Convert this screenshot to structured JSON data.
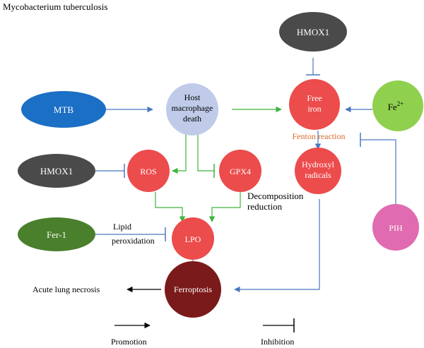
{
  "title": "Mycobacterium tuberculosis",
  "nodes": {
    "hmox1_top": {
      "label": "HMOX1",
      "color": "#4a4a4a"
    },
    "mtb": {
      "label": "MTB",
      "color": "#1b6fc4"
    },
    "host": {
      "lines": [
        "Host",
        "macrophage",
        "death"
      ],
      "color": "#bfcbe9"
    },
    "free_iron": {
      "lines": [
        "Free",
        "iron"
      ],
      "color": "#ec4c4c"
    },
    "fe": {
      "label": "Fe",
      "sup": "2+",
      "color": "#8fd14f"
    },
    "hmox1_left": {
      "label": "HMOX1",
      "color": "#4a4a4a"
    },
    "ros": {
      "label": "ROS",
      "color": "#ec4c4c"
    },
    "gpx4": {
      "label": "GPX4",
      "color": "#ec4c4c"
    },
    "hydroxyl": {
      "lines": [
        "Hydroxyl",
        "radicals"
      ],
      "color": "#ec4c4c"
    },
    "fer1": {
      "label": "Fer-1",
      "color": "#4a7f2c"
    },
    "lpo": {
      "label": "LPO",
      "color": "#ec4c4c"
    },
    "pih": {
      "label": "PIH",
      "color": "#e06bb0"
    },
    "ferroptosis": {
      "label": "Ferroptosis",
      "color": "#7a1a1a"
    }
  },
  "labels": {
    "fenton": "Fenton reaction",
    "decomposition": [
      "Decomposition",
      "reduction"
    ],
    "lipid": [
      "Lipid",
      "peroxidation"
    ],
    "acute": "Acute lung necrosis"
  },
  "legend": {
    "promotion": "Promotion",
    "inhibition": "Inhibition"
  },
  "colors": {
    "blue_edge": "#4a78c0",
    "green_edge": "#3cb43c",
    "black": "#000000",
    "fenton_text": "#d86a2a"
  }
}
